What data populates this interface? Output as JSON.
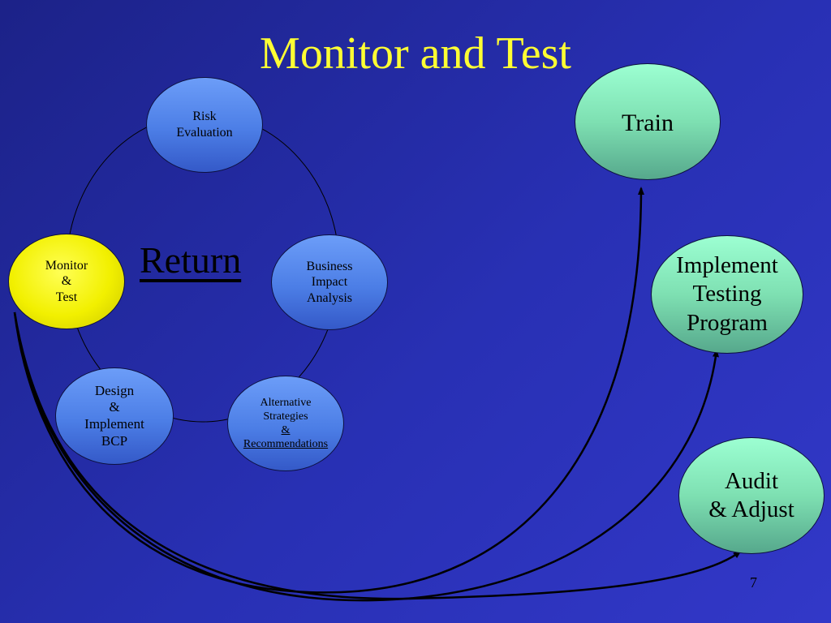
{
  "slide": {
    "title": "Monitor and Test",
    "center_label": "Return",
    "page_number": "7"
  },
  "cycle": {
    "risk": [
      "Risk",
      "Evaluation"
    ],
    "bia": [
      "Business",
      "Impact",
      "Analysis"
    ],
    "alt": [
      "Alternative",
      "Strategies",
      "&",
      "Recommendations"
    ],
    "design": [
      "Design",
      "&",
      "Implement",
      "BCP"
    ],
    "monitor": [
      "Monitor",
      "&",
      "Test"
    ]
  },
  "outcomes": {
    "train": [
      "Train"
    ],
    "implement": [
      "Implement",
      "Testing",
      "Program"
    ],
    "audit": [
      "Audit",
      "& Adjust"
    ]
  },
  "colors": {
    "background": "#2830b4",
    "title": "#ffff33",
    "cycle_node": "#4c7ee6",
    "active_node": "#f2f000",
    "outcome_node": "#7ee0b2"
  }
}
